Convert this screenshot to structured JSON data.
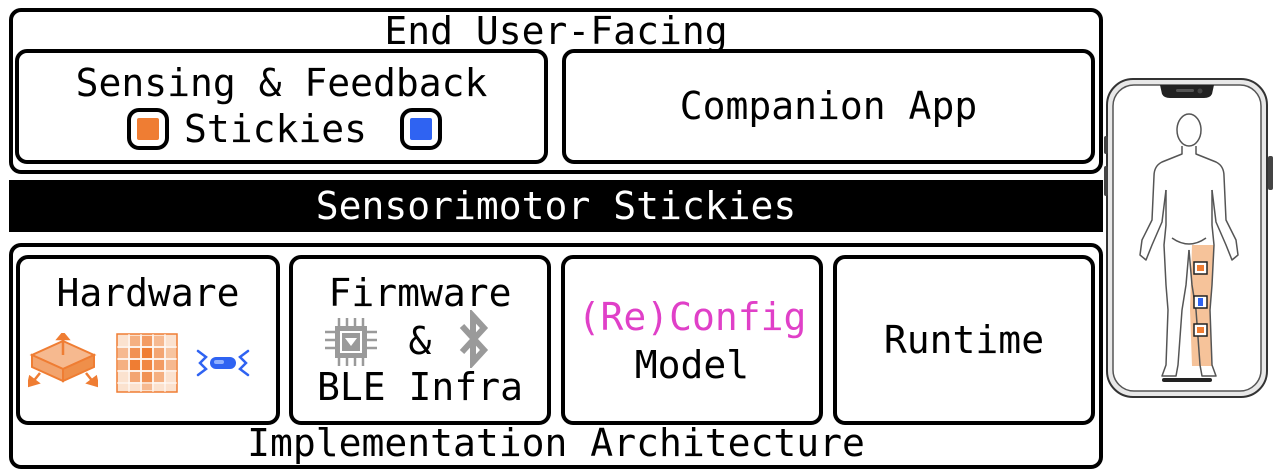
{
  "top": {
    "title": "End User-Facing",
    "sensing": {
      "line1": "Sensing & Feedback",
      "line2": "Stickies"
    },
    "companion": "Companion App"
  },
  "banner": "Sensorimotor Stickies",
  "bottom": {
    "title": "Implementation Architecture",
    "hardware": "Hardware",
    "firmware": {
      "line1": "Firmware",
      "amp": "&",
      "line2": "BLE Infra"
    },
    "reconfig": {
      "line1": "(Re)Config",
      "line2": "Model"
    },
    "runtime": "Runtime"
  },
  "colors": {
    "orange": "#ef7d33",
    "blue": "#2f63f2",
    "magenta": "#e040c8",
    "gray": "#9a9a9a",
    "skin": "#f6c39a"
  },
  "icons": [
    "orange-sticky-icon",
    "blue-sticky-icon",
    "sensor-block-icon",
    "pressure-grid-icon",
    "stretch-sensor-icon",
    "chip-icon",
    "bluetooth-icon",
    "smartphone-icon",
    "human-body-icon"
  ]
}
